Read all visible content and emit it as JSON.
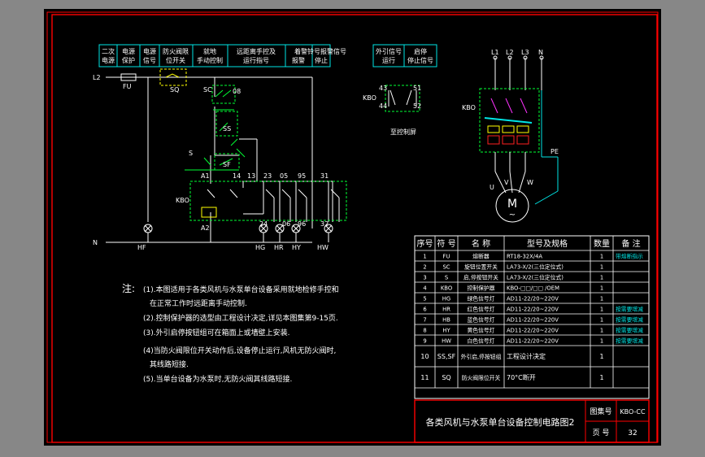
{
  "header_boxes": [
    [
      "二次",
      "电源"
    ],
    [
      "电源",
      "保护"
    ],
    [
      "电源",
      "信号"
    ],
    [
      "防火阀限",
      "位开关"
    ],
    [
      "就地",
      "手动控制"
    ],
    [
      "远距离手控及",
      "运行指号"
    ],
    [
      "着警铃号报警信号",
      "报警"
    ],
    [
      "",
      "停止"
    ]
  ],
  "extra_boxes": [
    [
      "外引信号",
      "运行"
    ],
    [
      "启停",
      "停止信号"
    ]
  ],
  "labels": {
    "l2": "L2",
    "n": "N",
    "fu": "FU",
    "sq": "SQ",
    "sq_contact": "08",
    "sc": "SC",
    "ss": "SS",
    "s": "S",
    "sf": "SF",
    "kbo": "KBO",
    "kbo_right": "KBO",
    "kbo_small": "KBO",
    "a1": "A1",
    "a2": "A2",
    "t14": "14",
    "t13": "13",
    "t23": "23",
    "t05": "05",
    "t95": "95",
    "t31": "31",
    "t24": "24",
    "t06": "06",
    "t96": "96",
    "t32": "32",
    "hg": "HG",
    "hr_lamp": "HR",
    "hy": "HY",
    "hw": "HW",
    "hf": "HF",
    "t43": "43",
    "t44": "44",
    "t51": "51",
    "t52": "52",
    "to_panel": "至控制屏",
    "l1": "L1",
    "l2p": "L2",
    "l3": "L3",
    "np": "N",
    "pe": "PE",
    "u": "U",
    "v": "V",
    "w": "W",
    "motor": "M",
    "motor_tilde": "~"
  },
  "table": {
    "headers": [
      "序号",
      "符 号",
      "名 称",
      "型号及规格",
      "数量",
      "备 注"
    ],
    "rows": [
      [
        "1",
        "FU",
        "熔断器",
        "RT18-32X/4A",
        "1",
        "带熔断指示"
      ],
      [
        "2",
        "SC",
        "旋钮位置开关",
        "LA73-X/2(三位定位式)",
        "1",
        ""
      ],
      [
        "3",
        "S",
        "启,停按钮开关",
        "LA73-X/2(三位定位式)",
        "1",
        ""
      ],
      [
        "4",
        "KBO",
        "控制保护器",
        "KBO-□□/□□ /OEM",
        "1",
        ""
      ],
      [
        "5",
        "HG",
        "绿色信号灯",
        "AD11-22/20~220V",
        "1",
        ""
      ],
      [
        "6",
        "HR",
        "红色信号灯",
        "AD11-22/20~220V",
        "1",
        "按需要增减"
      ],
      [
        "7",
        "HB",
        "蓝色信号灯",
        "AD11-22/20~220V",
        "1",
        "按需要增减"
      ],
      [
        "8",
        "HY",
        "黄色信号灯",
        "AD11-22/20~220V",
        "1",
        "按需要增减"
      ],
      [
        "9",
        "HW",
        "白色信号灯",
        "AD11-22/20~220V",
        "1",
        "按需要增减"
      ],
      [
        "10",
        "SS,SF",
        "外引启,停按钮组",
        "工程设计决定",
        "1",
        ""
      ],
      [
        "11",
        "SQ",
        "防火阀限位开关",
        "70°C断开",
        "1",
        ""
      ]
    ]
  },
  "notes": {
    "title": "注:",
    "items": [
      "(1).本图适用于各类风机与水泵单台设备采用就地检修手控和",
      "在正常工作时远距离手动控制.",
      "(2).控制保护器的选型由工程设计决定,详见本图集第9-15页.",
      "(3).外引启停按钮组可在箱面上或墙壁上安装.",
      "(4)当防火阀限位开关动作后,设备停止运行,风机无防火阀时,",
      "其线路短接.",
      "(5).当单台设备为水泵时,无防火阀其线路短接."
    ]
  },
  "title_block": {
    "title": "各类风机与水泵单台设备控制电路图2",
    "atlas_label": "图集号",
    "atlas_value": "KBO-CC",
    "page_label": "页 号",
    "page_value": "32"
  },
  "colors": {
    "frame": "#ff0000",
    "wire": "#ffffff",
    "cyan": "#00e5e5",
    "green": "#00ff33",
    "yellow": "#ffff00",
    "magenta": "#ff33ff",
    "red": "#ff2020",
    "table_text": "#ffffff",
    "paper": "#000000",
    "page": "#878787"
  }
}
